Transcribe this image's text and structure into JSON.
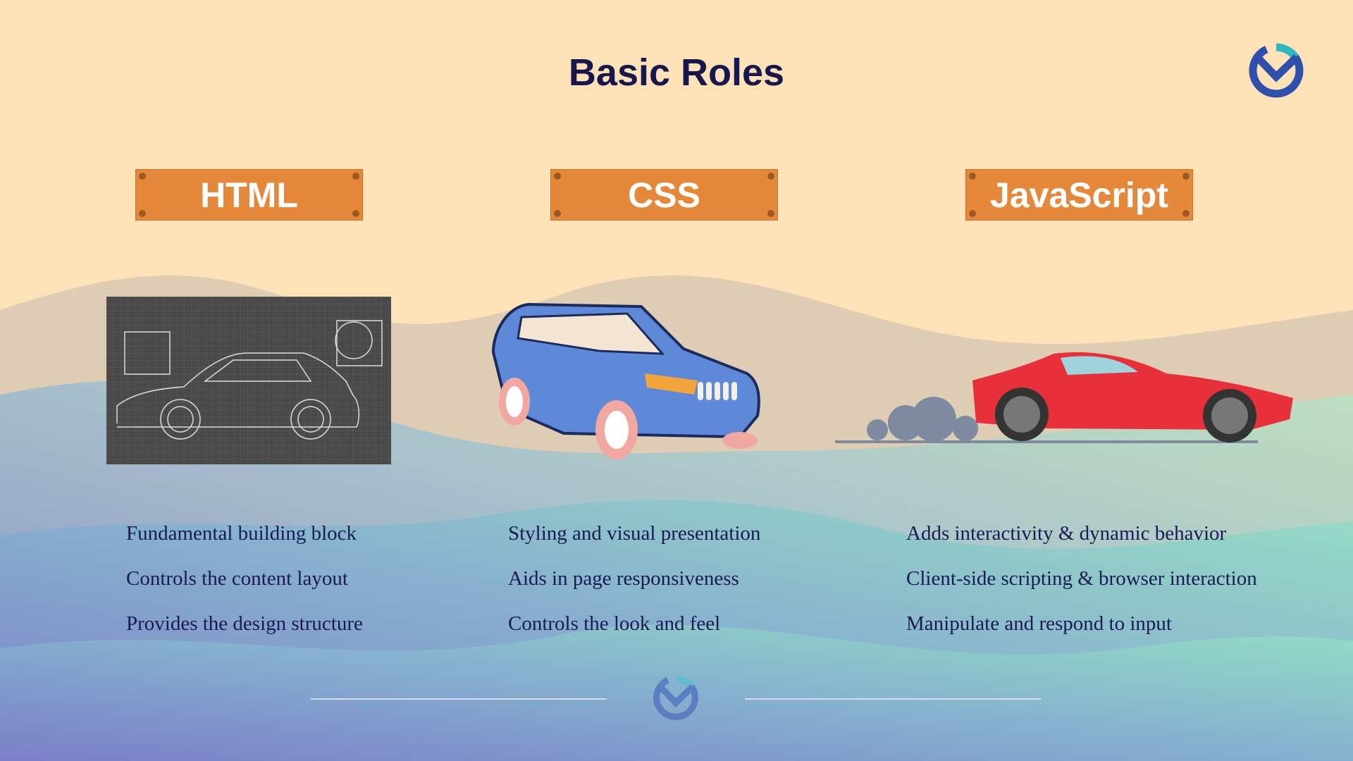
{
  "title": "Basic Roles",
  "columns": [
    {
      "label": "HTML",
      "illustration": "blueprint-car",
      "bullets": [
        "Fundamental building block",
        "Controls the content layout",
        "Provides the design structure"
      ]
    },
    {
      "label": "CSS",
      "illustration": "styled-suv",
      "bullets": [
        "Styling and visual presentation",
        "Aids in page responsiveness",
        "Controls the look and feel"
      ]
    },
    {
      "label": "JavaScript",
      "illustration": "moving-sports-car",
      "bullets": [
        "Adds interactivity & dynamic behavior",
        "Client-side scripting & browser interaction",
        "Manipulate and respond to input"
      ]
    }
  ],
  "colors": {
    "accent": "#e5883a",
    "title": "#17164d",
    "logo_blue": "#2e4fae",
    "logo_teal": "#2cb7c4"
  }
}
